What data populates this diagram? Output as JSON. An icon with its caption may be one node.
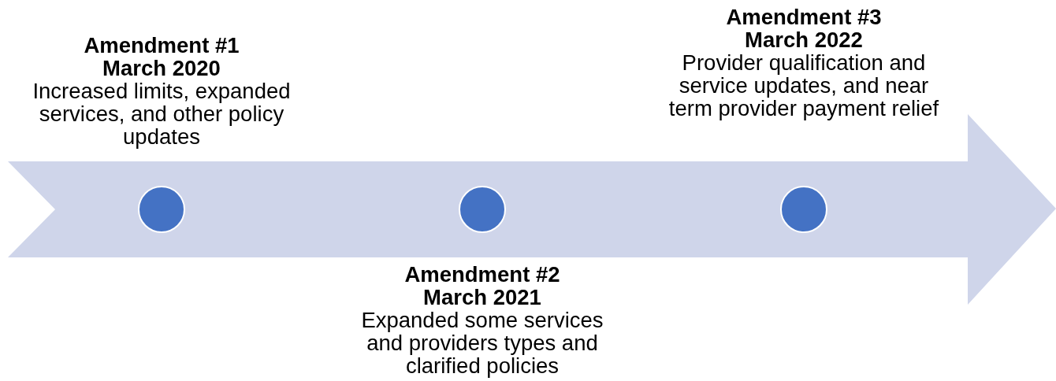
{
  "diagram": {
    "nodes": [
      {
        "text": [],
        "shape": "arrow"
      },
      {
        "text": [],
        "shape": "circle",
        "in": 0,
        "beside": [
          "Amendment #1",
          "March 2020",
          "Increased limits, expanded services, and other policy updates"
        ]
      },
      {
        "text": [],
        "shape": "circle",
        "in": 0,
        "beside": [
          "Amendment #2",
          "March 2021",
          "Expanded some services and providers types and clarified policies"
        ]
      },
      {
        "text": [],
        "shape": "circle",
        "in": 0,
        "beside": [
          "Amendment #3",
          "March 2022",
          "Provider qualification and service updates, and near term provider payment relief"
        ]
      }
    ]
  }
}
